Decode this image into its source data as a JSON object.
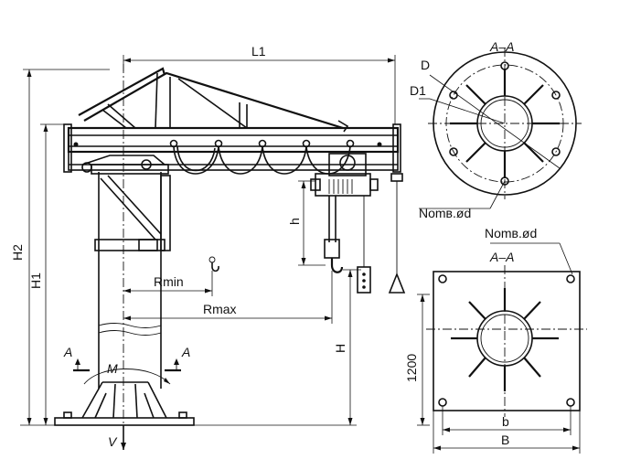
{
  "labels": {
    "L1": "L1",
    "H1": "H1",
    "H2": "H2",
    "H": "H",
    "h": "h",
    "Rmin": "Rmin",
    "Rmax": "Rmax",
    "A_left": "A",
    "A_right": "A",
    "M": "M",
    "V": "V",
    "h1200": "1200",
    "b": "b",
    "B": "B",
    "D": "D",
    "D1": "D1",
    "section_top": "A–A",
    "section_bottom": "A–A",
    "bolt_top": "Nomв.ød",
    "bolt_bottom": "Nomв.ød"
  }
}
